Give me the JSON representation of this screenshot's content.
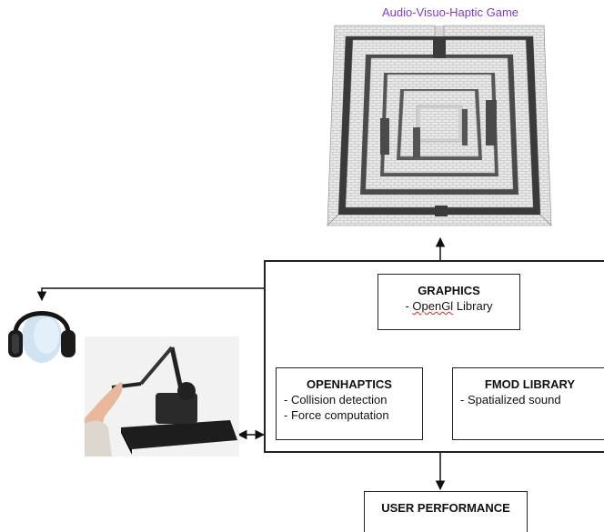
{
  "game": {
    "title": "Audio-Visuo-Haptic Game"
  },
  "graphics": {
    "title": "GRAPHICS",
    "dash": "- ",
    "lib_name": "OpenGl",
    "lib_suffix": " Library"
  },
  "openhaptics": {
    "title": "OPENHAPTICS",
    "line1": "- Collision detection",
    "line2": "- Force computation"
  },
  "fmod": {
    "title": "FMOD LIBRARY",
    "line1": "- Spatialized sound"
  },
  "performance": {
    "title": "USER PERFORMANCE"
  },
  "colors": {
    "title_accent": "#7b3fd0",
    "spellcheck": "#e02020"
  }
}
